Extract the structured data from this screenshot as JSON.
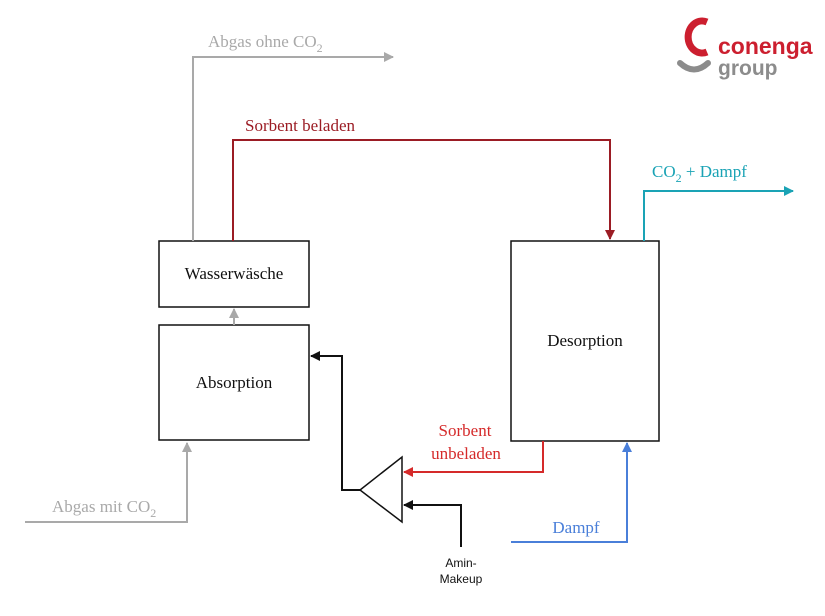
{
  "colors": {
    "gray": "#a9a9a9",
    "dark_red": "#9b1c24",
    "red": "#d52a2a",
    "teal": "#1aa3b5",
    "blue": "#4a7fd9",
    "black": "#111111",
    "logo_red": "#cc1f2f",
    "logo_gray": "#8c8c8c"
  },
  "blocks": {
    "wasserwaesche": "Wasserwäsche",
    "absorption": "Absorption",
    "desorption": "Desorption"
  },
  "streams": {
    "abgas_ohne": {
      "text": "Abgas ohne CO",
      "sub": "2"
    },
    "abgas_mit": {
      "text": "Abgas mit CO",
      "sub": "2"
    },
    "sorbent_beladen": "Sorbent beladen",
    "co2_dampf": {
      "pre": "CO",
      "sub": "2",
      "post": " + Dampf"
    },
    "sorbent_unbeladen_1": "Sorbent",
    "sorbent_unbeladen_2": "unbeladen",
    "dampf": "Dampf",
    "amin_makeup_1": "Amin-",
    "amin_makeup_2": "Makeup"
  },
  "logo": {
    "line1": "conenga",
    "line2": "group"
  }
}
